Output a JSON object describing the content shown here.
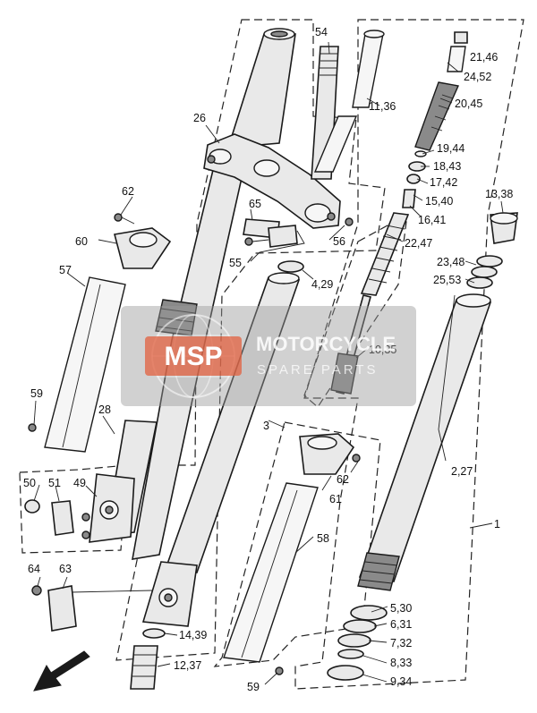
{
  "diagram": {
    "part_labels": [
      {
        "id": "54",
        "text": "54"
      },
      {
        "id": "21_46",
        "text": "21,46"
      },
      {
        "id": "24_52",
        "text": "24,52"
      },
      {
        "id": "20_45",
        "text": "20,45"
      },
      {
        "id": "11_36",
        "text": "11,36"
      },
      {
        "id": "26",
        "text": "26"
      },
      {
        "id": "19_44",
        "text": "19,44"
      },
      {
        "id": "18_43",
        "text": "18,43"
      },
      {
        "id": "17_42",
        "text": "17,42"
      },
      {
        "id": "15_40",
        "text": "15,40"
      },
      {
        "id": "16_41",
        "text": "16,41"
      },
      {
        "id": "13_38",
        "text": "13,38"
      },
      {
        "id": "62a",
        "text": "62"
      },
      {
        "id": "65",
        "text": "65"
      },
      {
        "id": "60",
        "text": "60"
      },
      {
        "id": "56",
        "text": "56"
      },
      {
        "id": "22_47",
        "text": "22,47"
      },
      {
        "id": "55",
        "text": "55"
      },
      {
        "id": "23_48",
        "text": "23,48"
      },
      {
        "id": "4_29",
        "text": "4,29"
      },
      {
        "id": "25_53",
        "text": "25,53"
      },
      {
        "id": "57",
        "text": "57"
      },
      {
        "id": "10_35",
        "text": "10,35"
      },
      {
        "id": "59a",
        "text": "59"
      },
      {
        "id": "28",
        "text": "28"
      },
      {
        "id": "3",
        "text": "3"
      },
      {
        "id": "2_27",
        "text": "2,27"
      },
      {
        "id": "62b",
        "text": "62"
      },
      {
        "id": "50",
        "text": "50"
      },
      {
        "id": "51",
        "text": "51"
      },
      {
        "id": "49",
        "text": "49"
      },
      {
        "id": "61",
        "text": "61"
      },
      {
        "id": "1",
        "text": "1"
      },
      {
        "id": "58",
        "text": "58"
      },
      {
        "id": "64",
        "text": "64"
      },
      {
        "id": "63",
        "text": "63"
      },
      {
        "id": "5_30",
        "text": "5,30"
      },
      {
        "id": "6_31",
        "text": "6,31"
      },
      {
        "id": "7_32",
        "text": "7,32"
      },
      {
        "id": "14_39",
        "text": "14,39"
      },
      {
        "id": "8_33",
        "text": "8,33"
      },
      {
        "id": "12_37",
        "text": "12,37"
      },
      {
        "id": "59b",
        "text": "59"
      },
      {
        "id": "9_34",
        "text": "9,34"
      }
    ]
  },
  "watermark": {
    "logo_text": "MSP",
    "title": "MOTORCYCLE",
    "subtitle": "SPARE PARTS"
  },
  "colors": {
    "watermark_bg": "#9a9a9a",
    "logo_red": "#e2603f"
  }
}
